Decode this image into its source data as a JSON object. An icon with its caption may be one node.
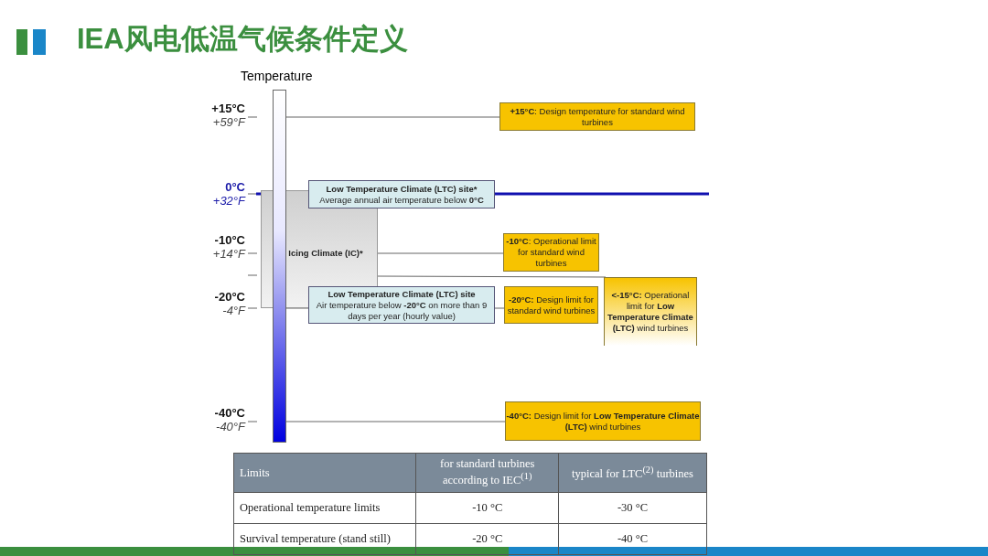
{
  "diagram": {
    "title": "IEA风电低温气候条件定义",
    "nodes": [
      {
        "text": [],
        "shape": "bar",
        "beside": [
          "Temperature"
        ]
      },
      {
        "text": [
          "Icing Climate (IC)*"
        ]
      },
      {
        "text": [
          "Low Temperature Climate (LTC) site*",
          "Average annual air temperature below **0°C**"
        ]
      },
      {
        "text": [
          "Low Temperature Climate (LTC) site",
          "Air temperature below **-20°C** on more than 9 days per year (hourly value)"
        ]
      },
      {
        "text": [
          "**+15°C**: Design temperature for standard wind turbines"
        ]
      },
      {
        "text": [
          "**-10°C**: Operational limit for standard wind turbines"
        ]
      },
      {
        "text": [
          "**-20°C:** Design limit for standard wind turbines"
        ]
      },
      {
        "text": [
          "**<-15°C:** Operational limit for **Low Temperature Climate (LTC)** wind turbines"
        ]
      },
      {
        "text": [
          "**-40°C:** Design limit for **Low Temperature Climate (LTC)** wind turbines"
        ]
      }
    ],
    "edges": [
      {
        "from": 0,
        "to": 4,
        "arrow": "none"
      },
      {
        "from": 1,
        "to": 5,
        "arrow": "none"
      },
      {
        "from": 1,
        "to": 7,
        "arrow": "none"
      },
      {
        "from": 0,
        "to": 3,
        "arrow": "none"
      },
      {
        "from": 3,
        "to": 6,
        "arrow": "none"
      },
      {
        "from": 0,
        "to": 8,
        "arrow": "none"
      }
    ],
    "labels": [
      "+15°C",
      "+59°F",
      "0°C",
      "+32°F",
      "-10°C",
      "+14°F",
      "-20°C",
      "-4°F",
      "-40°C",
      "-40°F",
      "Limits",
      "for standard turbines according to IEC$^{(1)}$",
      "typical for LTC$^{(2)}$ turbines",
      "Operational temperature limits",
      "-10 °C",
      "-30 °C",
      "Survival temperature (stand still)",
      "-20 °C",
      "-40 °C"
    ]
  }
}
